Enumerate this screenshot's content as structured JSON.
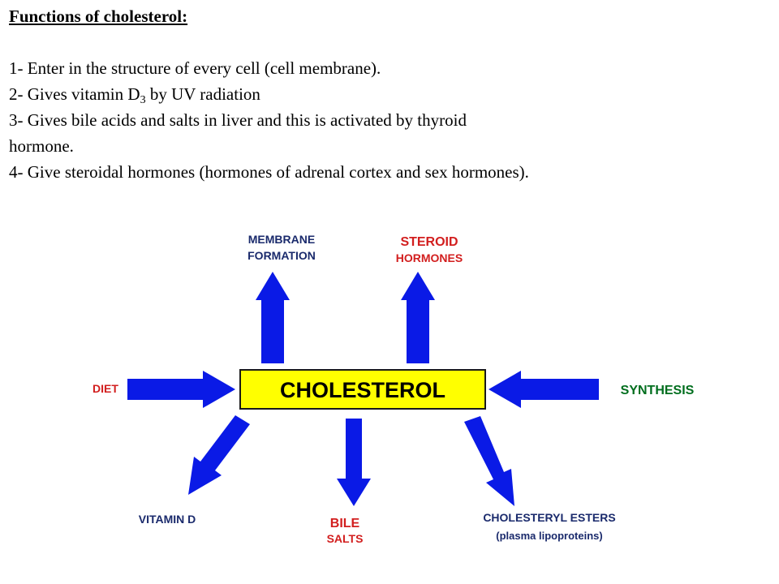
{
  "heading": "Functions of cholesterol:",
  "functions": [
    {
      "text": "1- Enter in the structure of every cell (cell membrane)."
    },
    {
      "before": "2- Gives vitamin D",
      "sub": "3",
      "after": " by UV radiation"
    },
    {
      "text": "3- Gives bile acids and salts in liver and this is activated by thyroid"
    },
    {
      "text": "hormone."
    },
    {
      "text": "4- Give steroidal hormones (hormones of adrenal cortex and sex hormones)."
    }
  ],
  "diagram": {
    "center": "CHOLESTEROL",
    "outputs": {
      "membrane": [
        "MEMBRANE",
        "FORMATION"
      ],
      "steroid": [
        "STEROID",
        "HORMONES"
      ],
      "vitamin_d": "VITAMIN D",
      "bile": [
        "BILE",
        "SALTS"
      ],
      "esters": [
        "CHOLESTERYL ESTERS",
        "(plasma lipoproteins)"
      ]
    },
    "inputs": {
      "diet": "DIET",
      "synthesis": "SYNTHESIS"
    }
  },
  "colors": {
    "arrow": "#0a1ae6",
    "center_fill": "#ffff00",
    "label_navy": "#1a2a6c",
    "label_red": "#d21e1e",
    "label_green": "#006e1e"
  }
}
